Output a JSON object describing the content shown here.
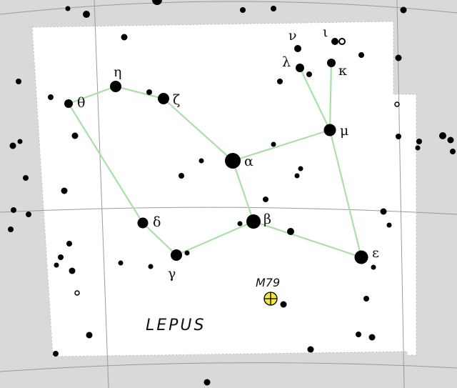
{
  "constellation": {
    "name": "LEPUS",
    "line_color": "#a8e0a8",
    "boundary_fill": "#ffffff",
    "outside_fill": "#d9d9d9"
  },
  "star_labels": {
    "alpha": "α",
    "beta": "β",
    "gamma": "γ",
    "delta": "δ",
    "epsilon": "ε",
    "zeta": "ζ",
    "eta": "η",
    "theta": "θ",
    "iota": "ι",
    "kappa": "κ",
    "lambda": "λ",
    "mu": "μ",
    "nu": "ν"
  },
  "deep_sky": {
    "m79": {
      "label": "M79",
      "symbol": "globular-cluster-icon",
      "color": "#f5e642"
    }
  }
}
